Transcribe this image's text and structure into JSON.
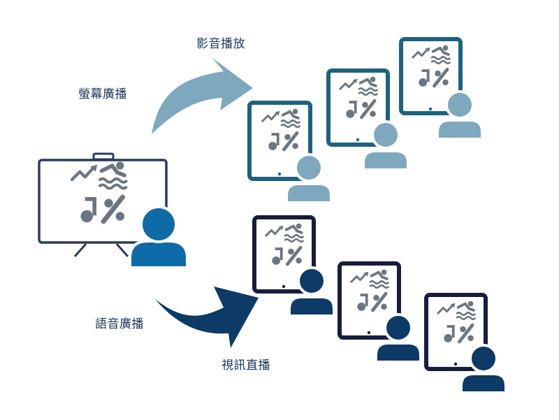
{
  "labels": {
    "screen_broadcast": "螢幕廣播",
    "media_playback": "影音播放",
    "voice_broadcast": "語音廣播",
    "video_live": "視訊直播"
  },
  "colors": {
    "presenter_person": "#0f6aa8",
    "board_outline": "#2b3a5c",
    "content_icons": "#6b7680",
    "top_arrow": "#7ea8bd",
    "top_tablet": "#1d6280",
    "top_person": "#7ea8bd",
    "bottom_arrow": "#0d3a66",
    "bottom_tablet": "#161d3d",
    "bottom_person": "#0d3a66",
    "text": "#1c3359"
  }
}
